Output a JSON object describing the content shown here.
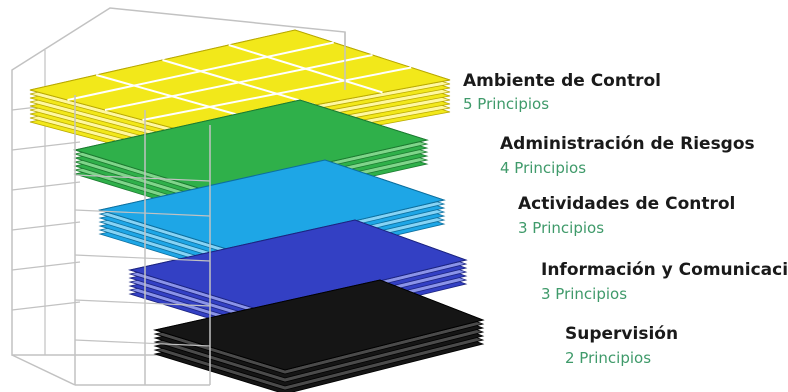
{
  "layers": [
    {
      "key": "ambiente",
      "title": "Ambiente de Control",
      "subtitle": "5 Principios",
      "color": "#f2e81a",
      "edge": "#b8a800",
      "stripe": "#fff8a0"
    },
    {
      "key": "riesgos",
      "title": "Administración de Riesgos",
      "subtitle": "4 Principios",
      "color": "#2fb04a",
      "edge": "#1c7a30",
      "stripe": "#7fd58a"
    },
    {
      "key": "actividades",
      "title": "Actividades de Control",
      "subtitle": "3 Principios",
      "color": "#1ea6e6",
      "edge": "#0d6f9e",
      "stripe": "#86d3f5"
    },
    {
      "key": "informacion",
      "title": "Información y Comunicación",
      "subtitle": "3 Principios",
      "color": "#3340c4",
      "edge": "#1c2480",
      "stripe": "#8a93e8"
    },
    {
      "key": "supervision",
      "title": "Supervisión",
      "subtitle": "2 Principios",
      "color": "#151515",
      "edge": "#000000",
      "stripe": "#4a4a4a"
    }
  ]
}
